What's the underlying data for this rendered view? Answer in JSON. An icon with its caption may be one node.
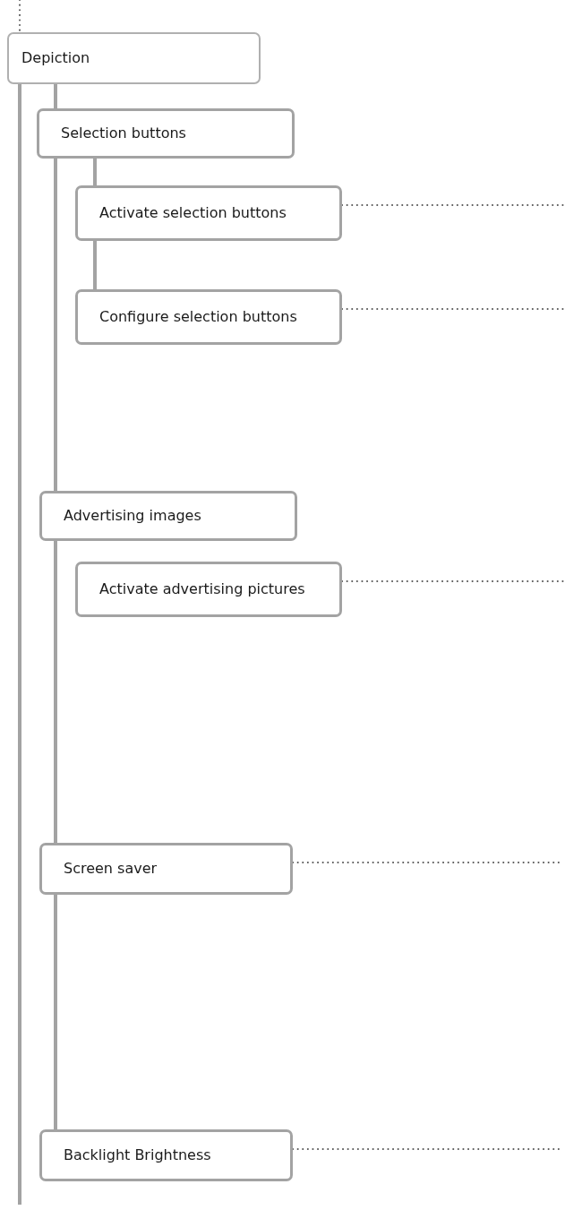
{
  "diagram": {
    "nodes": [
      {
        "text": [
          "Depiction"
        ]
      },
      {
        "text": [
          "Selection buttons"
        ]
      },
      {
        "text": [
          "Activate selection buttons"
        ]
      },
      {
        "text": [
          "Configure selection buttons"
        ]
      },
      {
        "text": [
          "Advertising images"
        ]
      },
      {
        "text": [
          "Activate advertising pictures"
        ]
      },
      {
        "text": [
          "Screen saver"
        ]
      },
      {
        "text": [
          "Backlight Brightness"
        ]
      }
    ],
    "edges": [
      {
        "from": null,
        "to": 0,
        "arrow": "none",
        "style": "dashed"
      },
      {
        "from": 0,
        "to": null,
        "arrow": "none"
      },
      {
        "from": 0,
        "to": 1,
        "arrow": "none"
      },
      {
        "from": 1,
        "to": 4,
        "arrow": "none"
      },
      {
        "from": 4,
        "to": 6,
        "arrow": "none"
      },
      {
        "from": 6,
        "to": 7,
        "arrow": "none"
      },
      {
        "from": 1,
        "to": 2,
        "arrow": "none"
      },
      {
        "from": 2,
        "to": 3,
        "arrow": "none"
      },
      {
        "from": 2,
        "to": null,
        "arrow": "none",
        "style": "dashed"
      },
      {
        "from": 3,
        "to": null,
        "arrow": "none",
        "style": "dashed"
      },
      {
        "from": 5,
        "to": null,
        "arrow": "none",
        "style": "dashed"
      },
      {
        "from": 6,
        "to": null,
        "arrow": "none",
        "style": "dashed"
      },
      {
        "from": 7,
        "to": null,
        "arrow": "none",
        "style": "dashed"
      }
    ]
  }
}
